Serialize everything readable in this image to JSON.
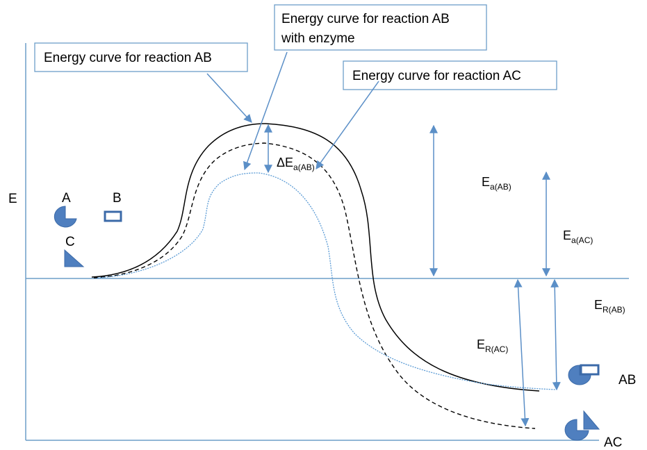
{
  "axis": {
    "e_label": "E",
    "product_ab": "AB",
    "product_ac": "AC"
  },
  "reactants": {
    "a": "A",
    "b": "B",
    "c": "C"
  },
  "callouts": {
    "curve_ab": "Energy curve for reaction AB",
    "curve_ab_enzyme_line1": "Energy curve for reaction AB",
    "curve_ab_enzyme_line2": "with enzyme",
    "curve_ac": "Energy curve for reaction AC"
  },
  "labels": {
    "delta_prefix": "ΔE",
    "delta_sub": "a(AB)",
    "e_prefix": "E",
    "ea_ab_sub": "a(AB)",
    "ea_ac_sub": "a(AC)",
    "er_ab_sub": "R(AB)",
    "er_ac_sub": "R(AC)"
  },
  "colors": {
    "axis": "#6d9ec9",
    "curve_ab": "#000000",
    "curve_enzyme": "#000000",
    "curve_ac": "#5b9bd5",
    "arrows": "#5b8fc7",
    "molecules": "#4f7fbf"
  }
}
